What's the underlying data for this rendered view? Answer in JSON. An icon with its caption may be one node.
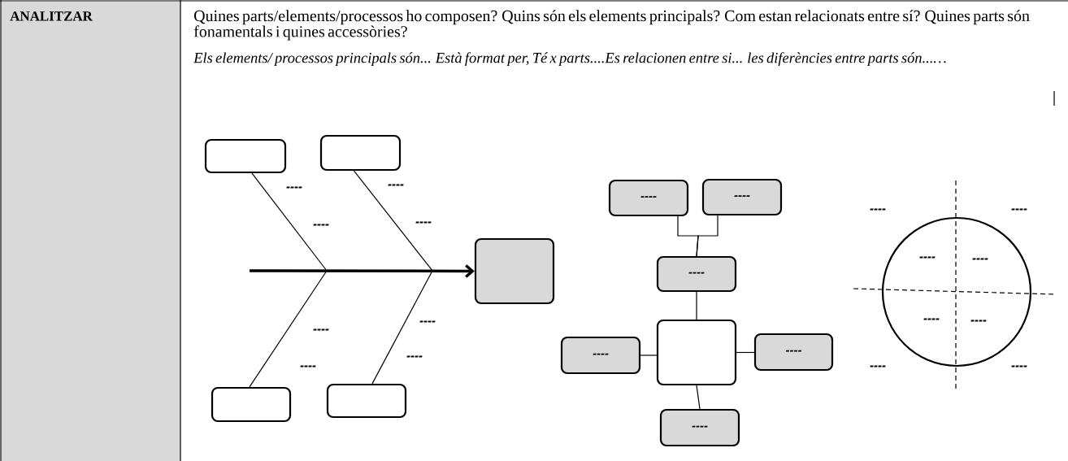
{
  "diagram": {
    "nodes": [
      {
        "text": [],
        "shape": "box"
      },
      {
        "text": [],
        "shape": "box"
      },
      {
        "text": [],
        "shape": "box"
      },
      {
        "text": [],
        "shape": "box"
      },
      {
        "text": [],
        "shape": "box"
      },
      {
        "text": [
          "----"
        ]
      },
      {
        "text": [
          "----"
        ]
      },
      {
        "text": [
          "----"
        ]
      },
      {
        "text": [],
        "shape": "box"
      },
      {
        "text": [
          "----"
        ]
      },
      {
        "text": [
          "----"
        ]
      },
      {
        "text": [
          "----"
        ]
      },
      {
        "text": [],
        "shape": "circle"
      }
    ],
    "edges": [
      {
        "from": null,
        "to": 4,
        "arrow": "to",
        "style": "thick"
      },
      {
        "from": 0,
        "to": null,
        "arrow": "none"
      },
      {
        "from": 1,
        "to": null,
        "arrow": "none"
      },
      {
        "from": 2,
        "to": null,
        "arrow": "none"
      },
      {
        "from": 3,
        "to": null,
        "arrow": "none"
      },
      {
        "from": 5,
        "to": 7,
        "arrow": "none"
      },
      {
        "from": 6,
        "to": 7,
        "arrow": "none"
      },
      {
        "from": 7,
        "to": 8,
        "arrow": "none"
      },
      {
        "from": 9,
        "to": 8,
        "arrow": "none"
      },
      {
        "from": 8,
        "to": 10,
        "arrow": "none"
      },
      {
        "from": 8,
        "to": 11,
        "arrow": "none"
      }
    ],
    "labels": [
      "ANALITZAR",
      "Quines parts/elements/processos ho composen? Quins són els elements principals? Com estan relacionats entre sí? Quines parts són fonamentals i quines accessòries?",
      "Els elements/ processos principals són... Està format per, Té x parts....Es relacionen entre si... les diferències entre parts són...…",
      "----",
      "----",
      "----",
      "----",
      "----",
      "----",
      "----",
      "----",
      "----",
      "----",
      "----",
      "----",
      "----",
      "----",
      "----",
      "----"
    ]
  }
}
